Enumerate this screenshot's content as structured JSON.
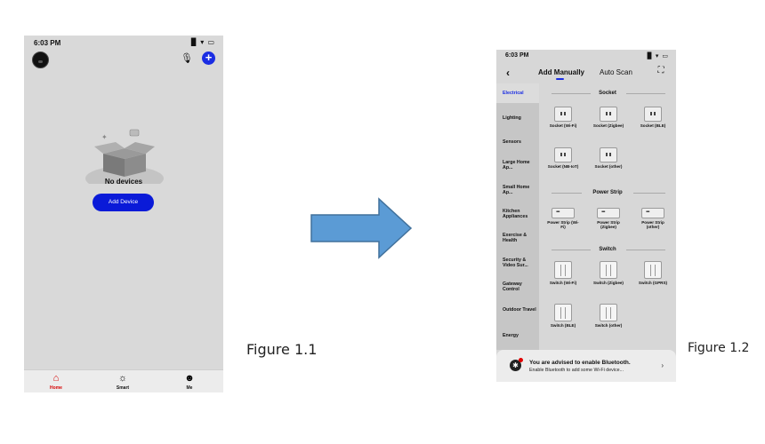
{
  "figure1": {
    "status_time": "6:03 PM",
    "status_icons": "▉ ▾ ▭",
    "empty_title": "No devices",
    "add_button": "Add Device",
    "tabs": [
      {
        "label": "Home",
        "icon": "home-icon"
      },
      {
        "label": "Smart",
        "icon": "sun-icon"
      },
      {
        "label": "Me",
        "icon": "user-icon"
      }
    ],
    "caption": "Figure 1.1"
  },
  "figure2": {
    "status_time": "6:03 PM",
    "status_icons": "▉ ▾ ▭",
    "tab_manual": "Add Manually",
    "tab_auto": "Auto Scan",
    "sidebar": [
      "Electrical",
      "Lighting",
      "Sensors",
      "Large Home Ap...",
      "Small Home Ap...",
      "Kitchen Appliances",
      "Exercise & Health",
      "Security & Video Sur...",
      "Gateway Control",
      "Outdoor Travel",
      "Energy"
    ],
    "sections": [
      {
        "title": "Socket",
        "items": [
          "Socket (Wi-Fi)",
          "Socket (Zigbee)",
          "Socket (BLE)",
          "Socket (NB-IoT)",
          "Socket (other)"
        ]
      },
      {
        "title": "Power Strip",
        "items": [
          "Power Strip (Wi-Fi)",
          "Power Strip (Zigbee)",
          "Power Strip (other)"
        ]
      },
      {
        "title": "Switch",
        "items": [
          "Switch (Wi-Fi)",
          "Switch (Zigbee)",
          "Switch (GPRS)",
          "Switch (BLE)",
          "Switch (other)"
        ]
      }
    ],
    "banner_title": "You are advised to enable Bluetooth.",
    "banner_sub": "Enable Bluetooth to add some Wi-Fi device...",
    "caption": "Figure 1.2"
  },
  "colors": {
    "accent": "#1a2de3",
    "home_active": "#d60000",
    "arrow_fill": "#5b9bd5",
    "arrow_stroke": "#41719c"
  }
}
